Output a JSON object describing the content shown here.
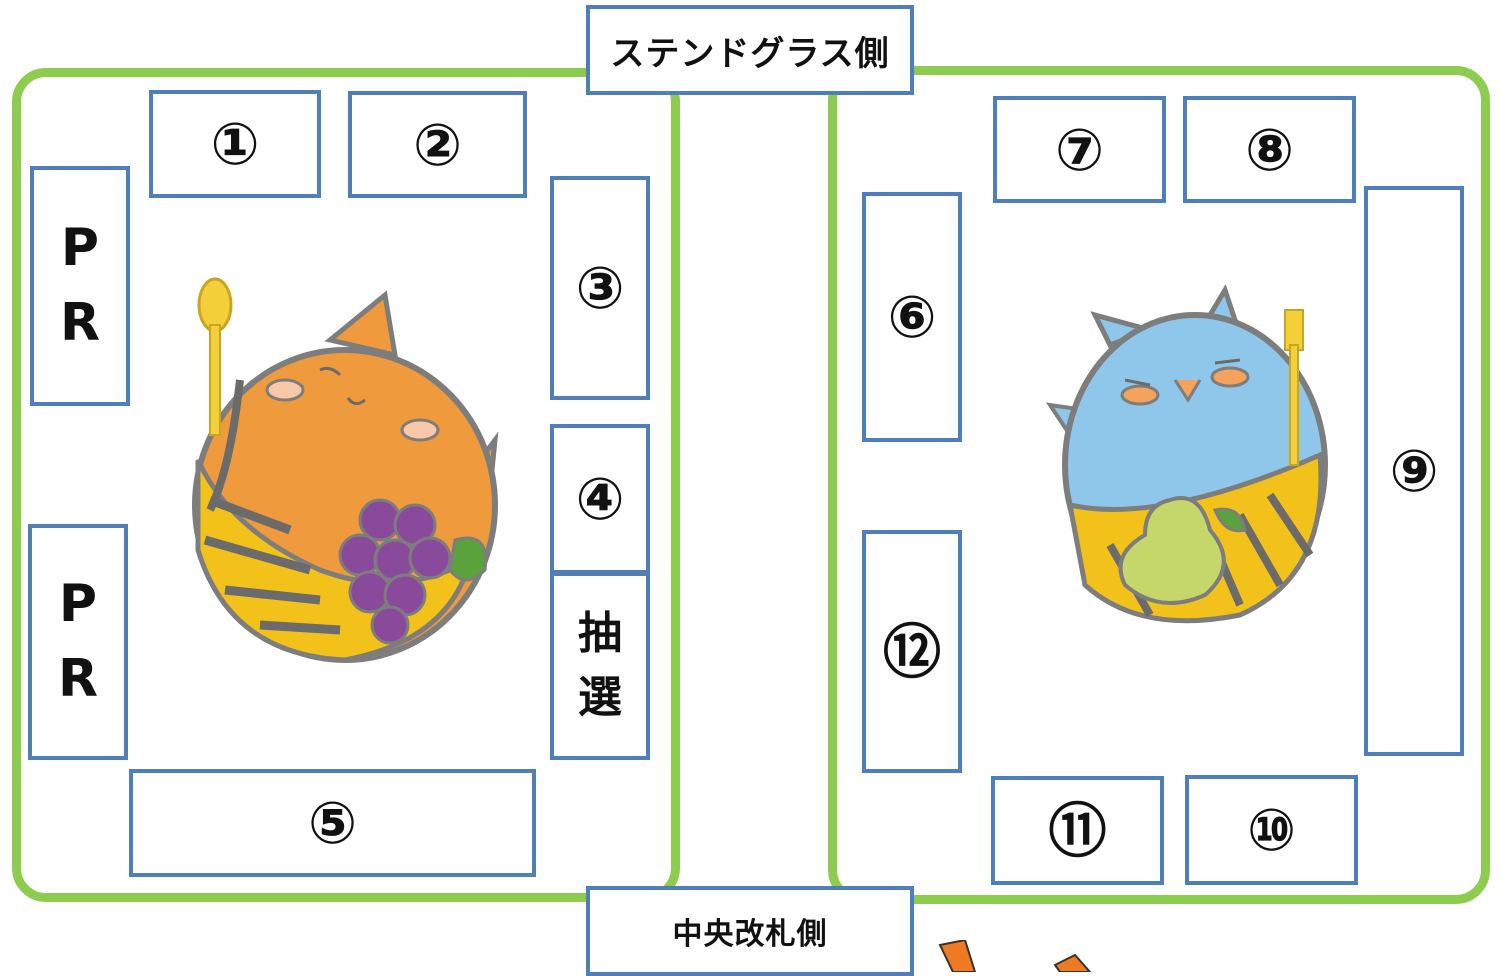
{
  "labels": {
    "top_side": "ステンドグラス側",
    "bottom_side": "中央改札側"
  },
  "booths": {
    "b1": "①",
    "b2": "②",
    "b3": "③",
    "b4": "④",
    "b5": "⑤",
    "b6": "⑥",
    "b7": "⑦",
    "b8": "⑧",
    "b9": "⑨",
    "b10": "⑩",
    "b11": "⑪",
    "b12": "⑫",
    "pr1": [
      "P",
      "R"
    ],
    "pr2": [
      "P",
      "R"
    ],
    "lottery": [
      "抽",
      "選"
    ]
  },
  "colors": {
    "zone_border": "#8dcc4e",
    "booth_border": "#4f7fba",
    "mascot_orange": "#ef9a3c",
    "mascot_blue": "#8ec7ea",
    "arrow": "#f07a22"
  },
  "icons": {
    "left_mascot": "orange-mascot-with-spoon-and-grapes",
    "right_mascot": "blue-mascot-with-fork-and-pear",
    "arrow": "orange-arrow"
  }
}
